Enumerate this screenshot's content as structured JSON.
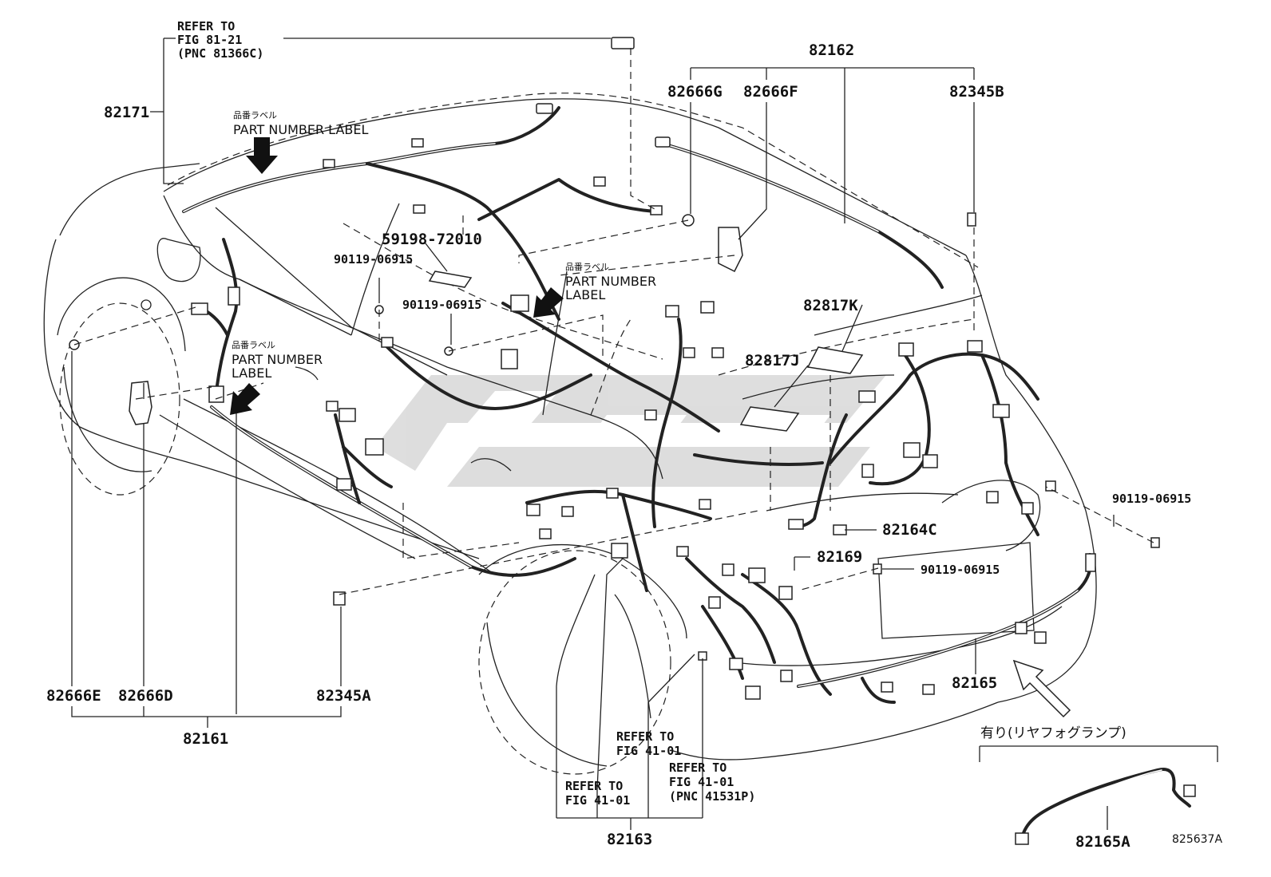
{
  "diagram": {
    "top_refer": {
      "line1": "REFER TO",
      "line2": "FIG 81-21",
      "line3": "(PNC 81366C)"
    },
    "part_labels": {
      "p82171": "82171",
      "p82162": "82162",
      "p82666G": "82666G",
      "p82666F": "82666F",
      "p82345B": "82345B",
      "p59198": "59198-72010",
      "p90119_a": "90119-06915",
      "p90119_b": "90119-06915",
      "p90119_c": "90119-06915",
      "p90119_d": "90119-06915",
      "p82817K": "82817K",
      "p82817J": "82817J",
      "p82164C": "82164C",
      "p82169": "82169",
      "p82165": "82165",
      "p82666E": "82666E",
      "p82666D": "82666D",
      "p82345A": "82345A",
      "p82161": "82161",
      "p82163": "82163",
      "p82165A": "82165A"
    },
    "pn_label_1": {
      "jp": "品番ラベル",
      "en": "PART NUMBER LABEL"
    },
    "pn_label_2": {
      "jp": "品番ラベル",
      "en1": "PART NUMBER",
      "en2": "LABEL"
    },
    "pn_label_3": {
      "jp": "品番ラベル",
      "en1": "PART NUMBER",
      "en2": "LABEL"
    },
    "refer_a": {
      "line1": "REFER TO",
      "line2": "FIG 41-01"
    },
    "refer_b": {
      "line1": "REFER TO",
      "line2": "FIG 41-01"
    },
    "refer_c": {
      "line1": "REFER TO",
      "line2": "FIG 41-01",
      "line3": "(PNC 41531P)"
    },
    "rear_fog_note": "有り(リヤフォグランプ)",
    "figure_code": "825637A"
  }
}
